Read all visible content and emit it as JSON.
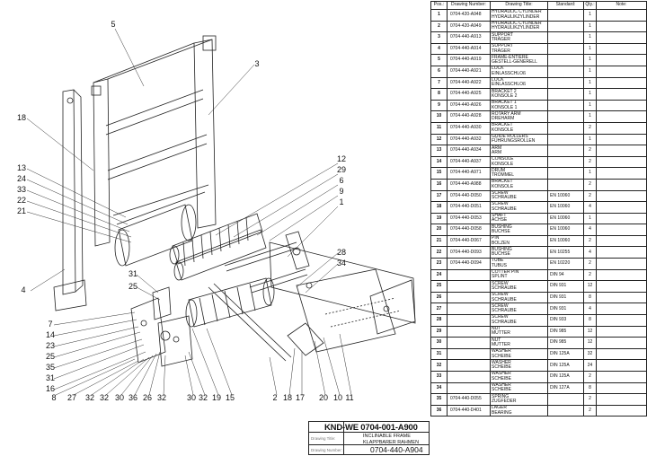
{
  "bom": {
    "headers": {
      "pos": "Pos.:",
      "number": "Drawing Number:",
      "title": "Drawing Title:",
      "standard": "Standard:",
      "qty": "Qty.:",
      "note": "Note:"
    },
    "rows": [
      {
        "pos": "1",
        "number": "0704-420-A948",
        "title": [
          "HYDRAULIC CYLINDER",
          "HYDRAULIKZYLINDER"
        ],
        "standard": "",
        "qty": "1"
      },
      {
        "pos": "2",
        "number": "0704-420-A949",
        "title": [
          "HYDRAULIC CYLINDER",
          "HYDRAULIKZYLINDER"
        ],
        "standard": "",
        "qty": "1"
      },
      {
        "pos": "3",
        "number": "0704-440-A913",
        "title": [
          "SUPPORT",
          "TRÄGER"
        ],
        "standard": "",
        "qty": "1"
      },
      {
        "pos": "4",
        "number": "0704-440-A914",
        "title": [
          "SUPPORT",
          "TRÄGER"
        ],
        "standard": "",
        "qty": "1"
      },
      {
        "pos": "5",
        "number": "0704-440-A919",
        "title": [
          "FRAME-ENTIERE",
          "GESTELL-GENERELL"
        ],
        "standard": "",
        "qty": "1"
      },
      {
        "pos": "6",
        "number": "0704-440-A921",
        "title": [
          "LOCK",
          "EINLASSCHLOß"
        ],
        "standard": "",
        "qty": "1"
      },
      {
        "pos": "7",
        "number": "0704-440-A922",
        "title": [
          "LOCK",
          "EINLASSCHLOß"
        ],
        "standard": "",
        "qty": "1"
      },
      {
        "pos": "8",
        "number": "0704-440-A925",
        "title": [
          "BRACKET 2",
          "KONSOLE 2"
        ],
        "standard": "",
        "qty": "1"
      },
      {
        "pos": "9",
        "number": "0704-440-A926",
        "title": [
          "BRACKET 1",
          "KONSOLE 1"
        ],
        "standard": "",
        "qty": "1"
      },
      {
        "pos": "10",
        "number": "0704-440-A928",
        "title": [
          "ROTARY ARM",
          "DREHARM"
        ],
        "standard": "",
        "qty": "1"
      },
      {
        "pos": "11",
        "number": "0704-440-A930",
        "title": [
          "BRACKET",
          "KONSOLE"
        ],
        "standard": "",
        "qty": "2"
      },
      {
        "pos": "12",
        "number": "0704-440-A932",
        "title": [
          "GUIDE ROLLERS",
          "FÜHRUNGSROLLEN"
        ],
        "standard": "",
        "qty": "1"
      },
      {
        "pos": "13",
        "number": "0704-440-A934",
        "title": [
          "ARM",
          "ARM"
        ],
        "standard": "",
        "qty": "2"
      },
      {
        "pos": "14",
        "number": "0704-440-A937",
        "title": [
          "CONSOLE",
          "KONSOLE"
        ],
        "standard": "",
        "qty": "2"
      },
      {
        "pos": "15",
        "number": "0704-440-A971",
        "title": [
          "DRUM",
          "TROMMEL"
        ],
        "standard": "",
        "qty": "1"
      },
      {
        "pos": "16",
        "number": "0704-440-A988",
        "title": [
          "BRACKET",
          "KONSOLE"
        ],
        "standard": "",
        "qty": "2"
      },
      {
        "pos": "17",
        "number": "0704-440-D050",
        "title": [
          "SCREW",
          "SCHRAUBE"
        ],
        "standard": "EN 10060",
        "qty": "2"
      },
      {
        "pos": "18",
        "number": "0704-440-D051",
        "title": [
          "SCREW",
          "SCHRAUBE"
        ],
        "standard": "EN 10060",
        "qty": "4"
      },
      {
        "pos": "19",
        "number": "0704-440-D053",
        "title": [
          "SHAFT",
          "ACHSE"
        ],
        "standard": "EN 10060",
        "qty": "1"
      },
      {
        "pos": "20",
        "number": "0704-440-D058",
        "title": [
          "BUSHING",
          "BUCHSE"
        ],
        "standard": "EN 10060",
        "qty": "4"
      },
      {
        "pos": "21",
        "number": "0704-440-D067",
        "title": [
          "PIN",
          "BOLZEN"
        ],
        "standard": "EN 10060",
        "qty": "2"
      },
      {
        "pos": "22",
        "number": "0704-440-D093",
        "title": [
          "BUSHING",
          "BUCHSE"
        ],
        "standard": "EN 10255",
        "qty": "4"
      },
      {
        "pos": "23",
        "number": "0704-440-D094",
        "title": [
          "TUBE",
          "TUBUS"
        ],
        "standard": "EN 10220",
        "qty": "2"
      },
      {
        "pos": "24",
        "number": "",
        "title": [
          "COTTER PIN",
          "SPLINT"
        ],
        "standard": "DIN 94",
        "qty": "2"
      },
      {
        "pos": "25",
        "number": "",
        "title": [
          "SCREW",
          "SCHRAUBE"
        ],
        "standard": "DIN 931",
        "qty": "12"
      },
      {
        "pos": "26",
        "number": "",
        "title": [
          "SCREW",
          "SCHRAUBE"
        ],
        "standard": "DIN 931",
        "qty": "8"
      },
      {
        "pos": "27",
        "number": "",
        "title": [
          "SCREW",
          "SCHRAUBE"
        ],
        "standard": "DIN 931",
        "qty": "4"
      },
      {
        "pos": "28",
        "number": "",
        "title": [
          "SCREW",
          "SCHRAUBE"
        ],
        "standard": "DIN 933",
        "qty": "8"
      },
      {
        "pos": "29",
        "number": "",
        "title": [
          "NUT",
          "MUTTER"
        ],
        "standard": "DIN 985",
        "qty": "12"
      },
      {
        "pos": "30",
        "number": "",
        "title": [
          "NUT",
          "MUTTER"
        ],
        "standard": "DIN 985",
        "qty": "12"
      },
      {
        "pos": "31",
        "number": "",
        "title": [
          "WASHER",
          "SCHEIBE"
        ],
        "standard": "DIN 125A",
        "qty": "32"
      },
      {
        "pos": "32",
        "number": "",
        "title": [
          "WASHER",
          "SCHEIBE"
        ],
        "standard": "DIN 125A",
        "qty": "24"
      },
      {
        "pos": "33",
        "number": "",
        "title": [
          "WASHER",
          "SCHEIBE"
        ],
        "standard": "DIN 125A",
        "qty": "2"
      },
      {
        "pos": "34",
        "number": "",
        "title": [
          "WASHER",
          "SCHEIBE"
        ],
        "standard": "DIN 127A",
        "qty": "8"
      },
      {
        "pos": "35",
        "number": "0704-440-D055",
        "title": [
          "SPRING",
          "ZUGFEDER"
        ],
        "standard": "",
        "qty": "2"
      },
      {
        "pos": "36",
        "number": "0704-440-D401",
        "title": [
          "LAGER",
          "BEARING"
        ],
        "standard": "",
        "qty": "2"
      }
    ]
  },
  "title_block": {
    "code": "KND-WE  0704-001-A900",
    "title_en": "INCLINABLE FRAME",
    "title_de": "KLAPPBARER RAHMEN",
    "drawing_title_label": "Drawing Title:",
    "drawing_number_label": "Drawing Number:",
    "drawing_number": "0704-440-A904"
  },
  "callouts": {
    "top": [
      "5",
      "3"
    ],
    "left": [
      "18",
      "13",
      "24",
      "33",
      "22",
      "21",
      "4"
    ],
    "right": [
      "12",
      "29",
      "6",
      "9",
      "1",
      "28",
      "34"
    ],
    "mid": [
      "31",
      "25"
    ],
    "lower_left": [
      "7",
      "14",
      "23",
      "25",
      "35",
      "31",
      "16"
    ],
    "bottom": [
      "8",
      "27",
      "32",
      "32",
      "30",
      "36",
      "26",
      "32",
      "30",
      "32",
      "19",
      "15",
      "2",
      "18",
      "17",
      "20",
      "10",
      "11"
    ]
  }
}
